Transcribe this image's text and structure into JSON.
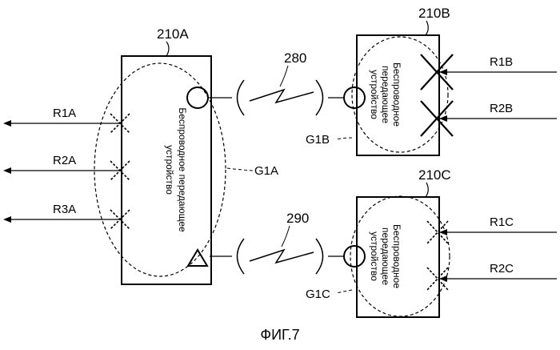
{
  "caption": "ФИГ.7",
  "device_a": {
    "id": "210A",
    "text_line1": "Беспроводное передающее",
    "text_line2": "устройство",
    "coverage": "G1A"
  },
  "device_b": {
    "id": "210B",
    "text_line1": "Беспроводное",
    "text_line2": "передающее",
    "text_line3": "устройство",
    "coverage": "G1B"
  },
  "device_c": {
    "id": "210C",
    "text_line1": "Беспроводное",
    "text_line2": "передающее",
    "text_line3": "устройство",
    "coverage": "G1C"
  },
  "links": {
    "top": "280",
    "bottom": "290"
  },
  "receivers": {
    "r1a": "R1A",
    "r2a": "R2A",
    "r3a": "R3A",
    "r1b": "R1B",
    "r2b": "R2B",
    "r1c": "R1C",
    "r2c": "R2C"
  }
}
